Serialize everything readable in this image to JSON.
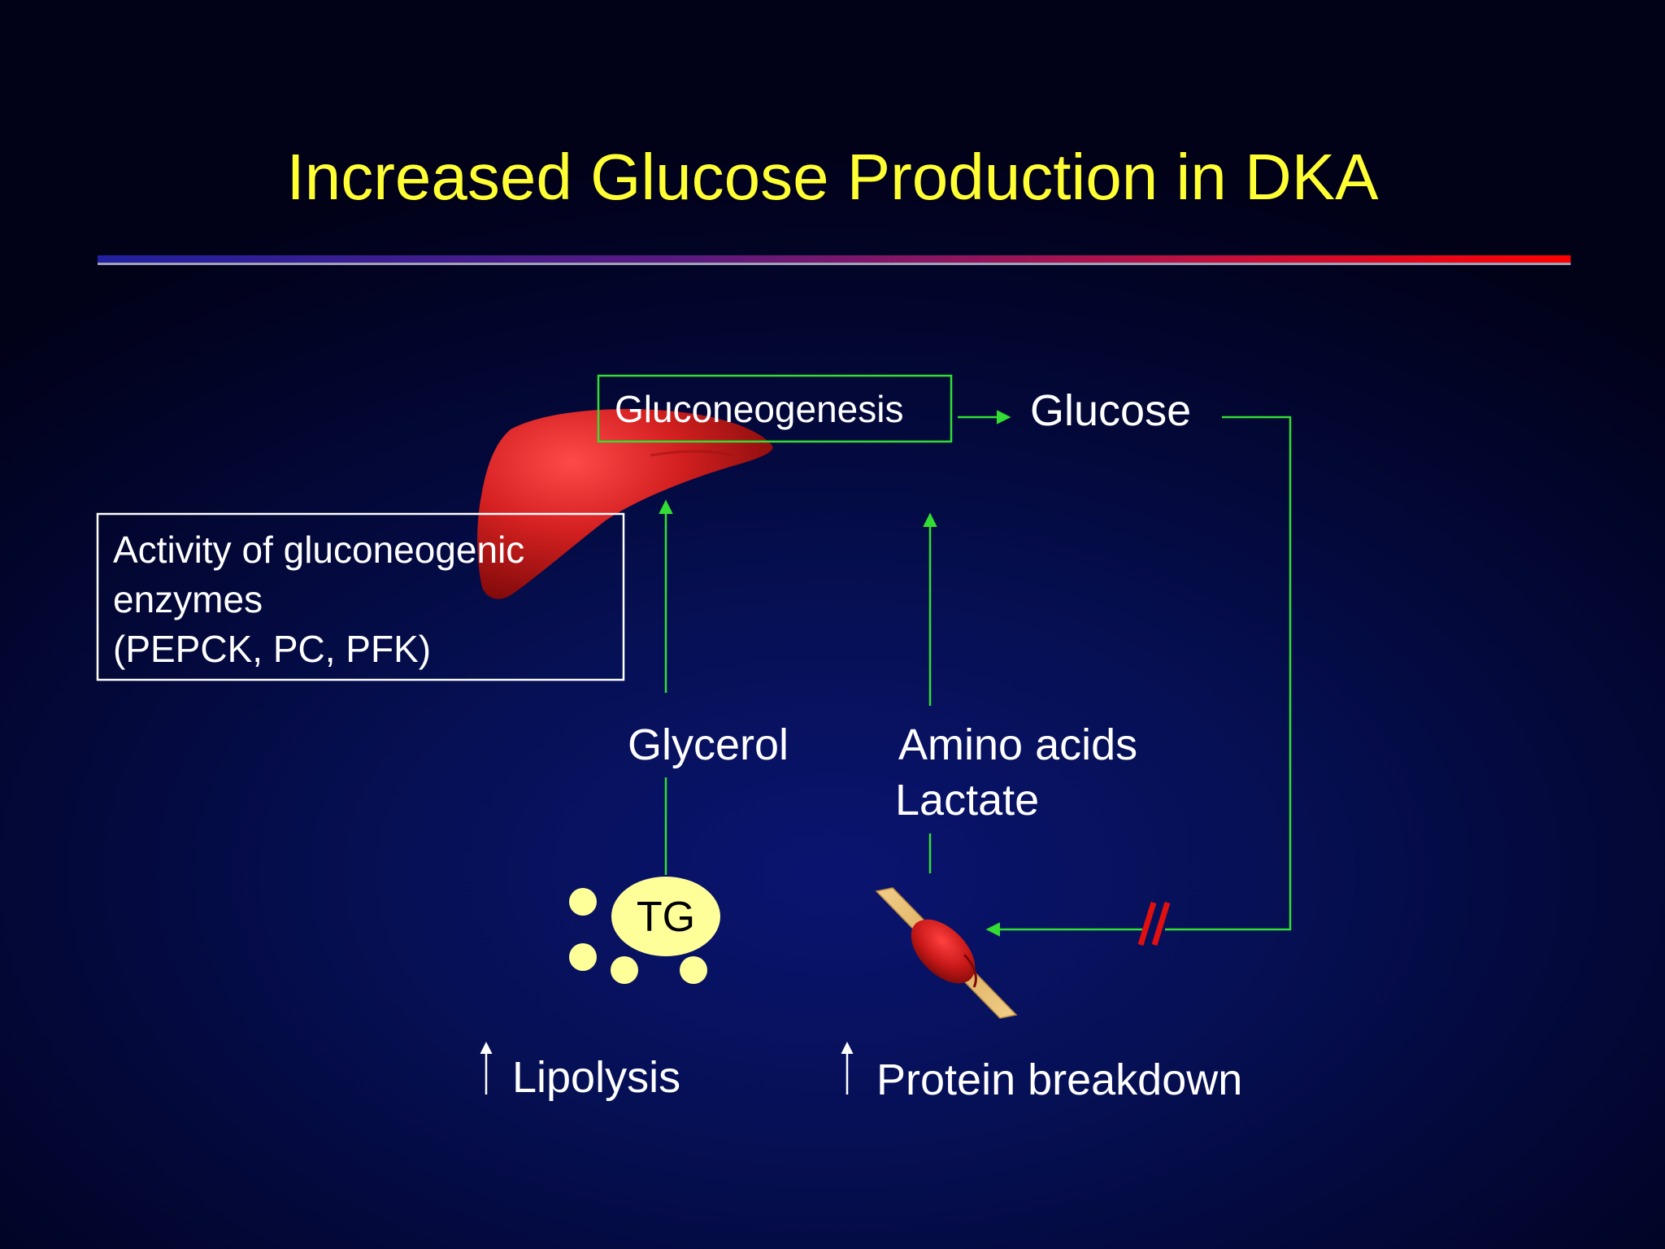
{
  "slide": {
    "title": "Increased Glucose Production in DKA"
  },
  "diagram": {
    "gluconeogenesis": "Gluconeogenesis",
    "glucose": "Glucose",
    "enzymes_box": {
      "line1": "Activity of gluconeogenic",
      "line2": "enzymes",
      "line3": "(PEPCK, PC, PFK)"
    },
    "glycerol": "Glycerol",
    "amino_acids": "Amino acids",
    "lactate": "Lactate",
    "tg": "TG",
    "lipolysis": "Lipolysis",
    "protein_breakdown": "Protein breakdown"
  },
  "colors": {
    "title": "#ffff33",
    "arrow": "#33dd33",
    "liver": "#d42020",
    "fat_cell": "#ffff99",
    "block_mark": "#e01010"
  },
  "icons": [
    "liver-icon",
    "fat-droplet-icon",
    "muscle-icon",
    "up-arrow-icon",
    "block-mark-icon"
  ]
}
